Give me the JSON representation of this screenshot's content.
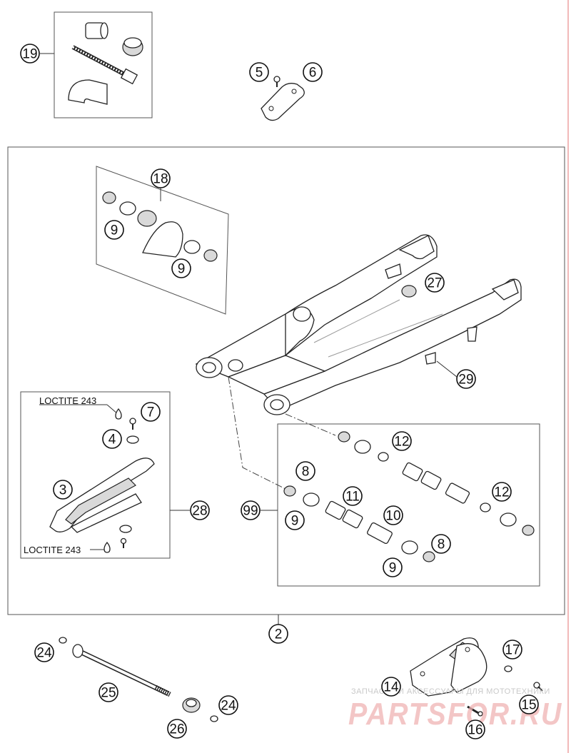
{
  "callouts": {
    "c19": "19",
    "c5": "5",
    "c6": "6",
    "c18": "18",
    "c9a": "9",
    "c9b": "9",
    "c27": "27",
    "c29": "29",
    "c7": "7",
    "c4": "4",
    "c3": "3",
    "c28": "28",
    "c99": "99",
    "c8a": "8",
    "c9c": "9",
    "c11": "11",
    "c10": "10",
    "c8b": "8",
    "c9d": "9",
    "c12a": "12",
    "c12b": "12",
    "c2": "2",
    "c24a": "24",
    "c25": "25",
    "c26": "26",
    "c24b": "24",
    "c17": "17",
    "c14": "14",
    "c15": "15",
    "c16": "16"
  },
  "labels": {
    "loctite_top": "LOCTITE 243",
    "loctite_bottom": "LOCTITE 243"
  },
  "watermark": {
    "caption": "ЗАПЧАСТИ И АКСЕССУАРЫ ДЛЯ МОТОТЕХНИКИ",
    "brand": "PARTSFOR.RU"
  }
}
